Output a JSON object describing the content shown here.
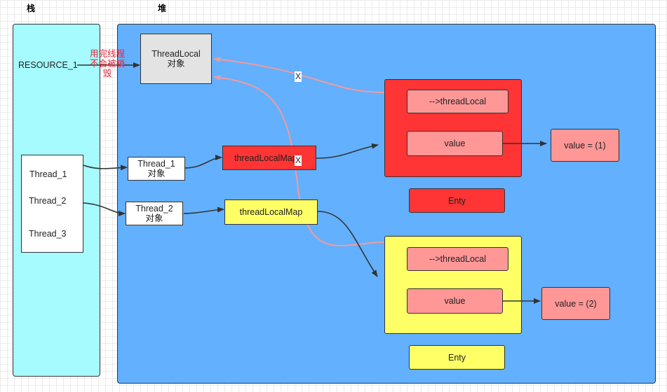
{
  "headings": {
    "stack": "栈",
    "heap": "堆"
  },
  "stack": {
    "resource": "RESOURCE_1",
    "threads": [
      "Thread_1",
      "Thread_2",
      "Thread_3"
    ]
  },
  "annotation": [
    "用完线程",
    "不会被销",
    "毁"
  ],
  "heap": {
    "threadlocal_obj": [
      "ThreadLocal",
      "对象"
    ],
    "thread1_obj": [
      "Thread_1",
      "对象"
    ],
    "thread2_obj": [
      "Thread_2",
      "对象"
    ],
    "map1": "threadLocalMap",
    "map2": "threadLocalMap",
    "entry1": {
      "key": "-->threadLocal",
      "value": "value",
      "label": "Enty"
    },
    "entry2": {
      "key": "-->threadLocal",
      "value": "value",
      "label": "Enty"
    },
    "value1": "value = (1)",
    "value2": "value = (2)",
    "cut_mark": "X"
  },
  "colors": {
    "stack_bg": "#a5fbfd",
    "heap_bg": "#63b0ff",
    "red_box": "#ff3434",
    "yellow_box": "#ffff66",
    "pink_box": "#ff9797",
    "gray_box": "#e3e3e3",
    "weak_ref": "#f19b9b"
  }
}
